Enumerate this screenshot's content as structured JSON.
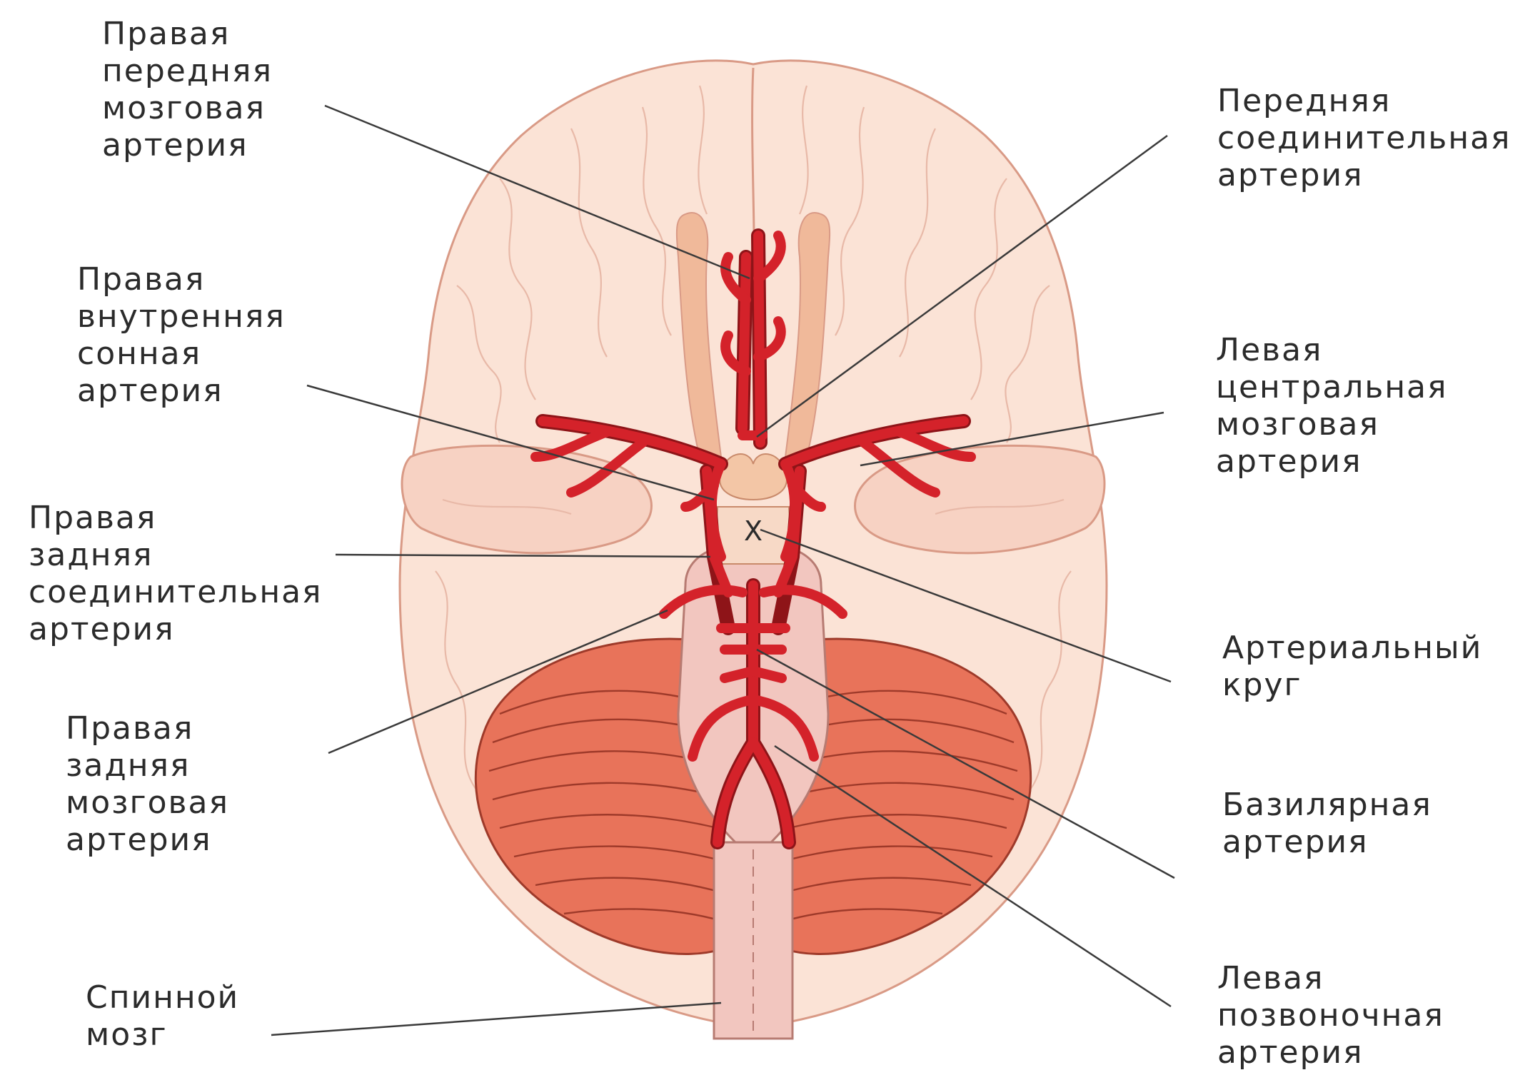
{
  "colors": {
    "cerebrum_fill": "#fbe3d6",
    "cerebrum_outline": "#d99a86",
    "cerebellum_fill": "#e8735a",
    "artery": "#d4222a",
    "brainstem": "#f2c6bf",
    "olfactory": "#f0b99a",
    "leader_line": "#3a3a3a"
  },
  "labels": {
    "right_anterior_cerebral": [
      "Правая",
      "передняя",
      "мозговая",
      "артерия"
    ],
    "right_internal_carotid": [
      "Правая",
      "внутренняя",
      "сонная",
      "артерия"
    ],
    "right_posterior_communicating": [
      "Правая",
      "задняя",
      "соединительная",
      "артерия"
    ],
    "right_posterior_cerebral": [
      "Правая",
      "задняя",
      "мозговая",
      "артерия"
    ],
    "spinal_cord": [
      "Спинной",
      "мозг"
    ],
    "anterior_communicating": [
      "Передняя",
      "соединительная",
      "артерия"
    ],
    "left_middle_cerebral": [
      "Левая",
      "центральная",
      "мозговая",
      "артерия"
    ],
    "arterial_circle": [
      "Артериальный",
      "круг"
    ],
    "basilar": [
      "Базилярная",
      "артерия"
    ],
    "left_vertebral": [
      "Левая",
      "позвоночная",
      "артерия"
    ]
  },
  "marker": "X"
}
